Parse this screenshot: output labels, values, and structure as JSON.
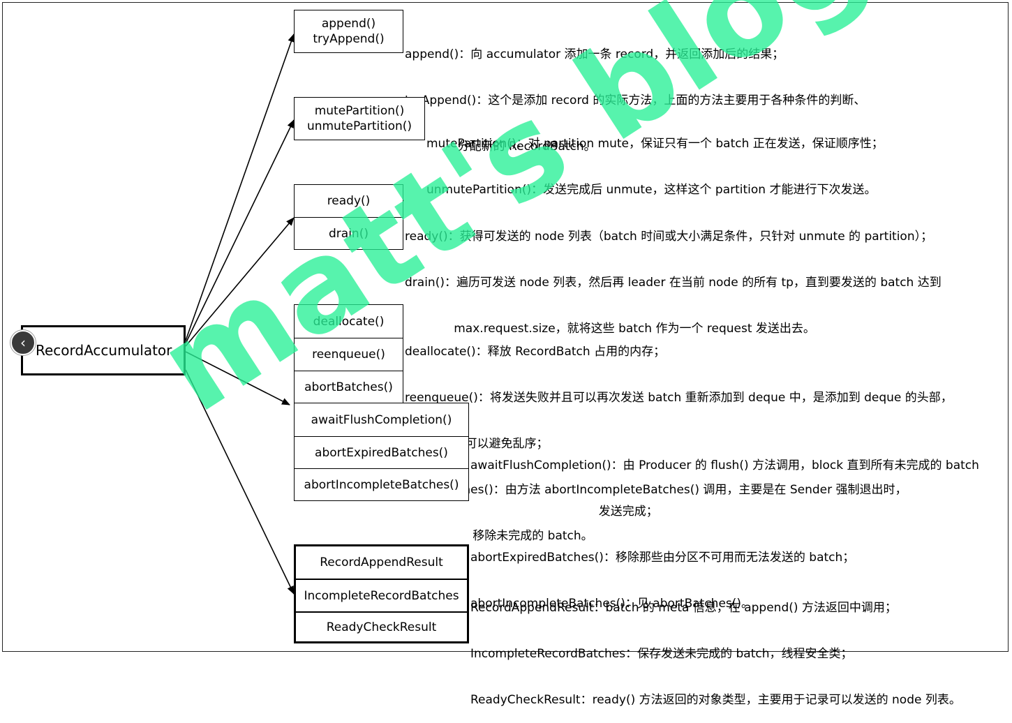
{
  "root": {
    "label": "RecordAccumulator",
    "back_icon": "chevron-left-icon"
  },
  "groups": {
    "append": {
      "methods": [
        "append()",
        "tryAppend()"
      ],
      "desc": [
        "append()：向 accumulator 添加一条 record，并返回添加后的结果；",
        "tryAppend()：这个是添加 record 的实际方法，上面的方法主要用于各种条件的判断、",
        "              分配新的 RecordBatch。"
      ]
    },
    "mute": {
      "methods": [
        "mutePartition()",
        "unmutePartition()"
      ],
      "desc": [
        "mutePartition()：对 partition mute，保证只有一个 batch 正在发送，保证顺序性；",
        "unmutePartition()：发送完成后 unmute，这样这个 partition 才能进行下次发送。"
      ]
    },
    "ready": {
      "methods": [
        "ready()",
        "drain()"
      ],
      "desc": [
        "ready()：获得可发送的 node 列表（batch 时间或大小满足条件，只针对 unmute 的 partition）；",
        "drain()：遍历可发送 node 列表，然后再 leader 在当前 node 的所有 tp，直到要发送的 batch 达到",
        "             max.request.size，就将这些 batch 作为一个 request 发送出去。"
      ]
    },
    "dealloc": {
      "methods": [
        "deallocate()",
        "reenqueue()",
        "abortBatches()"
      ],
      "desc": [
        "deallocate()：释放 RecordBatch 占用的内存；",
        "reenqueue()：将发送失败并且可以再次发送 batch 重新添加到 deque 中，是添加到 deque 的头部，",
        "                可以避免乱序；",
        "abortBatches()：由方法 abortIncompleteBatches() 调用，主要是在 Sender 强制退出时，",
        "                  移除未完成的 batch。"
      ]
    },
    "flush": {
      "methods": [
        "awaitFlushCompletion()",
        "abortExpiredBatches()",
        "abortIncompleteBatches()"
      ],
      "desc": [
        "awaitFlushCompletion()：由 Producer 的 flush() 方法调用，block 直到所有未完成的 batch",
        "                                  发送完成；",
        "abortExpiredBatches()：移除那些由分区不可用而无法发送的 batch；",
        "abortIncompleteBatches()：见 abortBatches()。"
      ]
    },
    "classes": {
      "methods": [
        "RecordAppendResult",
        "IncompleteRecordBatches",
        "ReadyCheckResult"
      ],
      "desc": [
        "RecordAppendResult：batch 的 meta 信息，在 append() 方法返回中调用；",
        "IncompleteRecordBatches：保存发送未完成的 batch，线程安全类；",
        "ReadyCheckResult：ready() 方法返回的对象类型，主要用于记录可以发送的 node 列表。"
      ]
    }
  },
  "watermark": "matt's blog"
}
